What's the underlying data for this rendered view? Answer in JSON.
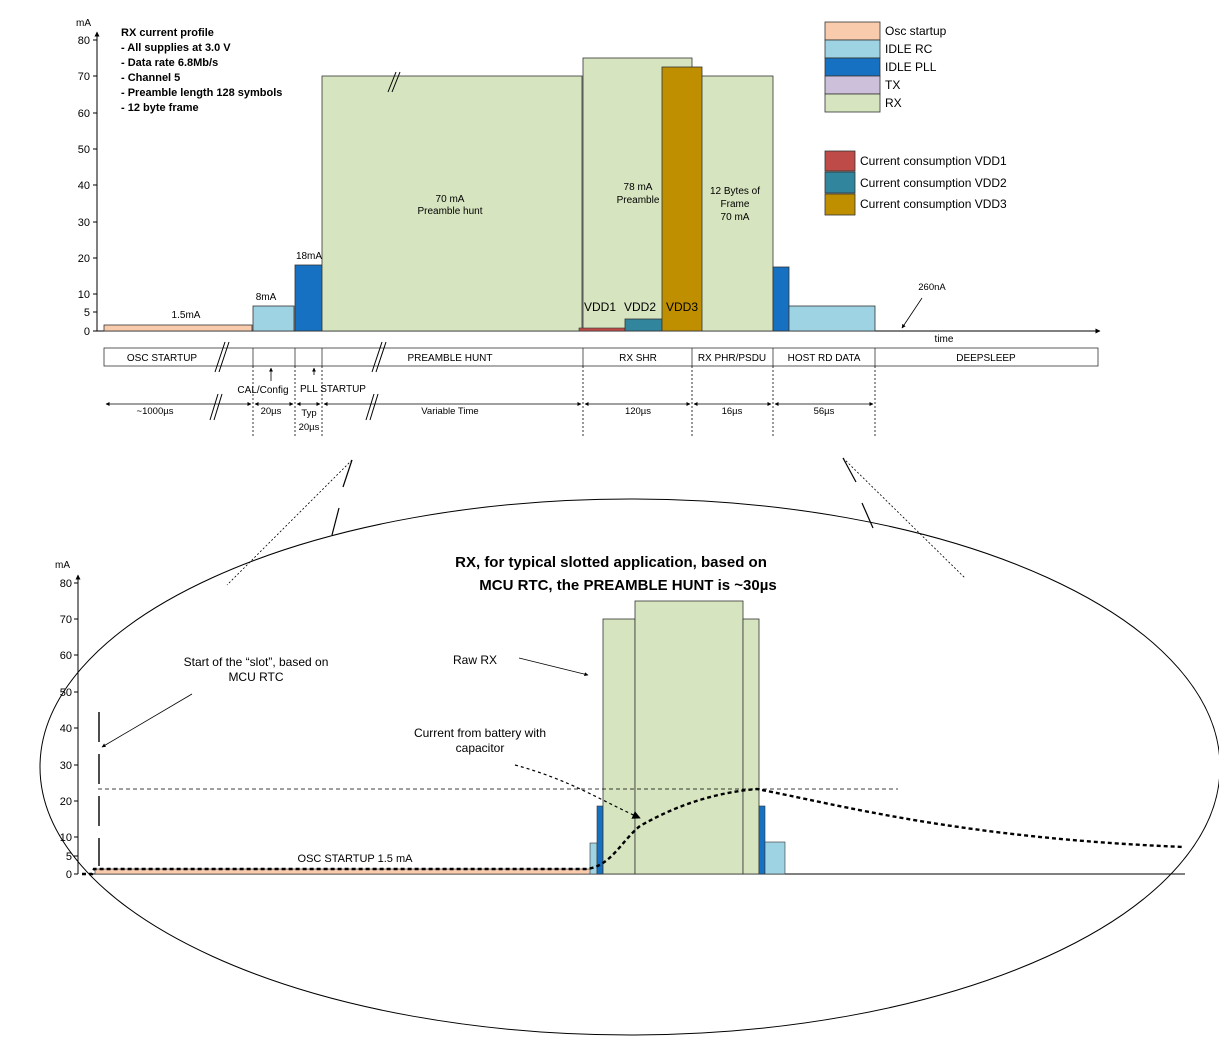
{
  "top": {
    "y_unit": "mA",
    "y_ticks": [
      "80",
      "70",
      "60",
      "50",
      "40",
      "30",
      "20",
      "10",
      "5",
      "0"
    ],
    "info_title": "RX current profile",
    "info_lines": [
      "- All supplies at 3.0 V",
      "- Data rate 6.8Mb/s",
      "- Channel 5",
      "- Preamble length 128 symbols",
      "- 12 byte frame"
    ],
    "legend_states": [
      {
        "label": "Osc startup",
        "color": "#f9cbad"
      },
      {
        "label": "IDLE RC",
        "color": "#9dd3e2"
      },
      {
        "label": "IDLE PLL",
        "color": "#1671c2"
      },
      {
        "label": "TX",
        "color": "#ccc0da"
      },
      {
        "label": "RX",
        "color": "#d6e4bf"
      }
    ],
    "legend_supplies": [
      {
        "label": "Current consumption VDD1",
        "color": "#be4b48"
      },
      {
        "label": "Current consumption VDD2",
        "color": "#31859c"
      },
      {
        "label": "Current consumption VDD3",
        "color": "#bf8f00"
      }
    ],
    "bar_labels": {
      "osc": "1.5mA",
      "idle_rc": "8mA",
      "pll": "18mA",
      "preamble_l1": "70 mA",
      "preamble_l2": "Preamble hunt",
      "shr_l1": "78 mA",
      "shr_l2": "Preamble",
      "frame_l1": "12 Bytes of",
      "frame_l2": "Frame",
      "frame_l3": "70 mA",
      "vdd1": "VDD1",
      "vdd2": "VDD2",
      "vdd3": "VDD3",
      "deepsleep": "260nA",
      "time": "time"
    },
    "phases": [
      "OSC  STARTUP",
      "PREAMBLE HUNT",
      "RX SHR",
      "RX PHR/PSDU",
      "HOST RD DATA",
      "DEEPSLEEP"
    ],
    "sub_labels": {
      "cal": "CAL/Config",
      "pll": "PLL STARTUP"
    },
    "durations": {
      "osc": "~1000µs",
      "cal": "20µs",
      "pll_l1": "Typ",
      "pll_l2": "20µs",
      "preamble": "Variable Time",
      "shr": "120µs",
      "frame": "16µs",
      "host": "56µs"
    }
  },
  "bottom": {
    "title_l1": "RX, for typical slotted application, based on",
    "title_l2": "MCU RTC, the PREAMBLE HUNT is ~30µs",
    "y_unit": "mA",
    "y_ticks": [
      "80",
      "70",
      "60",
      "50",
      "40",
      "30",
      "20",
      "10",
      "5",
      "0"
    ],
    "slot_l1": "Start of the “slot”, based on",
    "slot_l2": "MCU RTC",
    "raw_rx": "Raw RX",
    "battery_l1": "Current from battery with",
    "battery_l2": "capacitor",
    "osc": "OSC STARTUP    1.5 mA"
  }
}
